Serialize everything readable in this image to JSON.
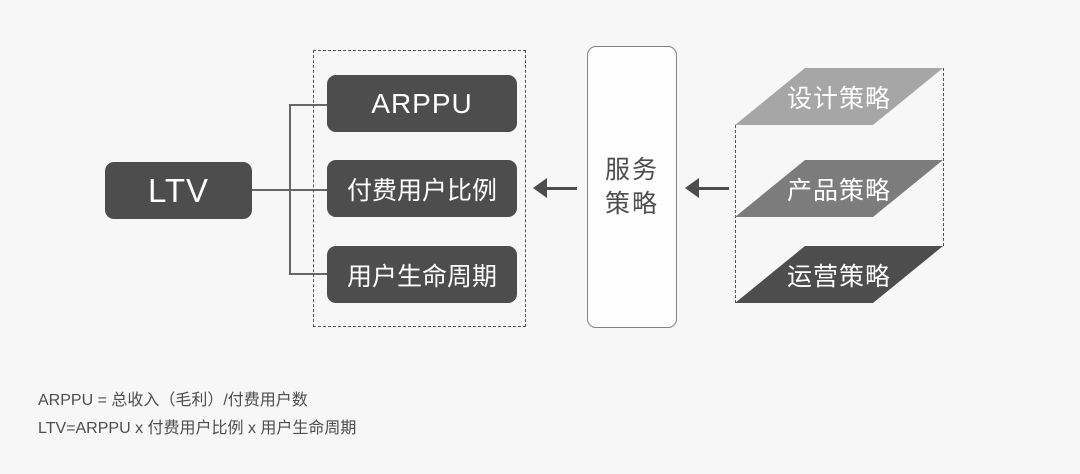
{
  "diagram": {
    "ltv": {
      "label": "LTV"
    },
    "factors": [
      {
        "label": "ARPPU"
      },
      {
        "label": "付费用户比例"
      },
      {
        "label": "用户生命周期"
      }
    ],
    "service": {
      "label_line1": "服务",
      "label_line2": "策略"
    },
    "strategies": [
      {
        "label": "设计策略",
        "color": "#a6a6a6"
      },
      {
        "label": "产品策略",
        "color": "#7c7c7c"
      },
      {
        "label": "运营策略",
        "color": "#4d4d4d"
      }
    ],
    "notes": {
      "line1": "ARPPU = 总收入（毛利）/付费用户数",
      "line2": "LTV=ARPPU x 付费用户比例 x 用户生命周期"
    },
    "colors": {
      "background": "#f7f7f7",
      "box_dark": "#4d4d4d",
      "box_text": "#ffffff",
      "line": "#666768",
      "dash": "#555555",
      "service_border": "#828282",
      "note_text": "#4d4d4d"
    }
  }
}
